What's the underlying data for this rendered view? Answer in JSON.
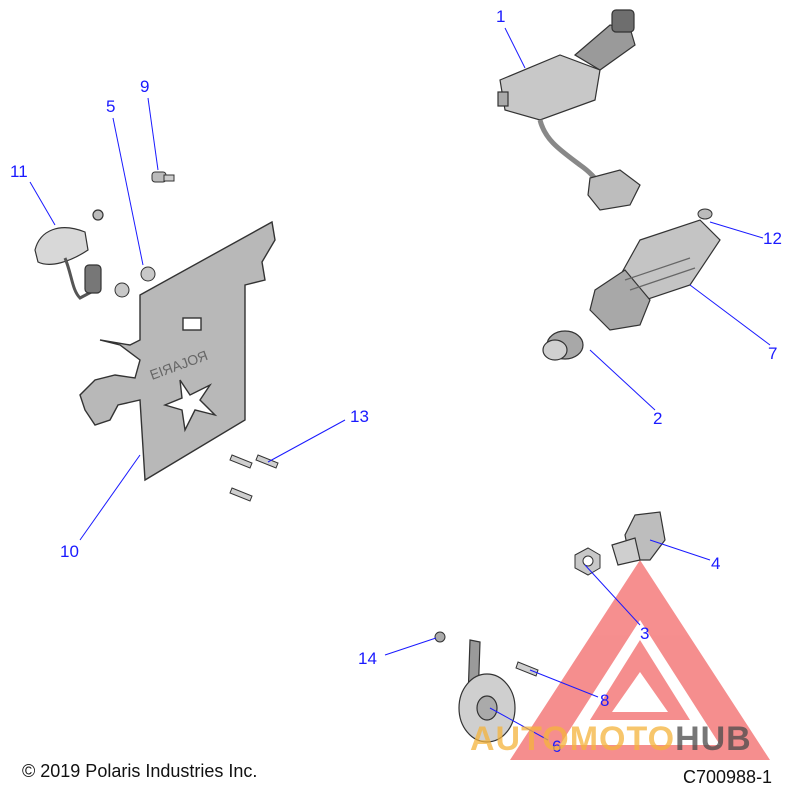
{
  "callouts": {
    "c1": "1",
    "c2": "2",
    "c3": "3",
    "c4": "4",
    "c5": "5",
    "c6": "6",
    "c7": "7",
    "c8": "8",
    "c9": "9",
    "c10": "10",
    "c11": "11",
    "c12": "12",
    "c13": "13",
    "c14": "14"
  },
  "footer": {
    "copyright": "© 2019 Polaris Industries Inc.",
    "drawing_number": "C700988-1"
  },
  "watermark": {
    "brand_a": "AUTOMOTO",
    "brand_b": "HUB",
    "color_a": "#f5b43c",
    "color_b": "#4a4a4a",
    "logo_color": "#ee3333"
  },
  "colors": {
    "leader": "#1a1aff",
    "part_fill": "#bdbdbd",
    "part_dark": "#7a7a7a",
    "outline": "#333333"
  }
}
